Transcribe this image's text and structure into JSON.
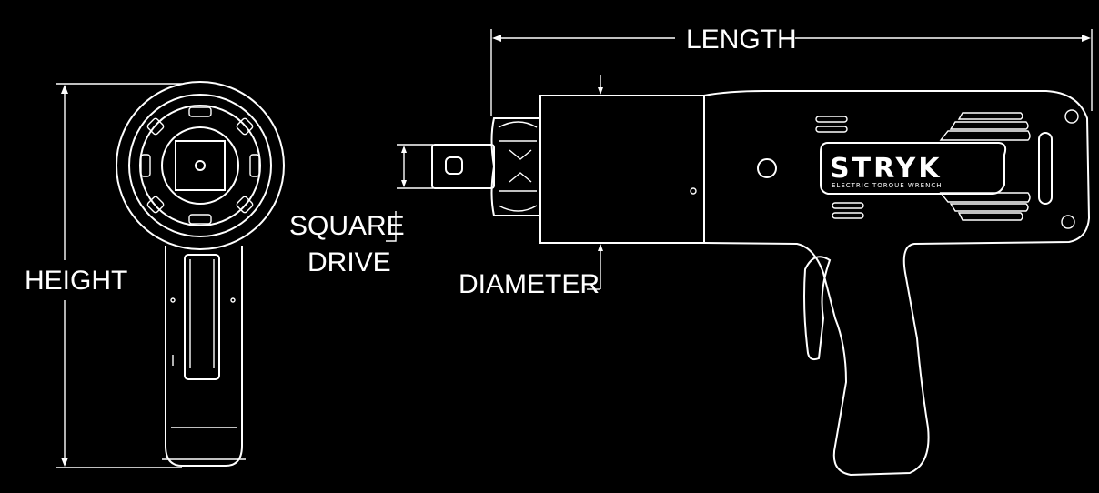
{
  "labels": {
    "length": "LENGTH",
    "height": "HEIGHT",
    "square_drive_line1": "SQUARE",
    "square_drive_line2": "DRIVE",
    "diameter": "DIAMETER"
  },
  "brand": {
    "name": "STRYK",
    "tagline": "ELECTRIC TORQUE WRENCH"
  },
  "colors": {
    "background": "#000000",
    "lines": "#ffffff"
  }
}
